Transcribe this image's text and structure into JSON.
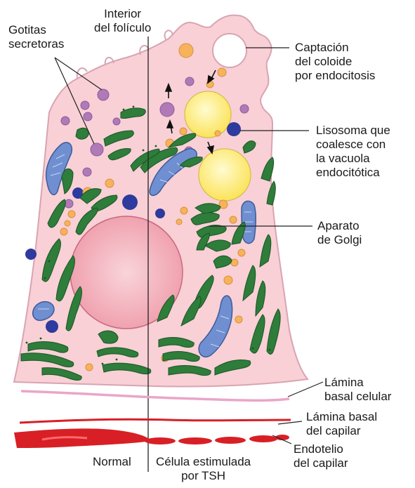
{
  "labels": {
    "gotitas": [
      "Gotitas",
      "secretoras"
    ],
    "interior": [
      "Interior",
      "del folículo"
    ],
    "captacion": [
      "Captación",
      "del coloide",
      "por endocitosis"
    ],
    "lisosoma": [
      "Lisosoma que",
      "coalesce con",
      "la vacuola",
      "endocitótica"
    ],
    "aparato": [
      "Aparato",
      "de Golgi"
    ],
    "lamina_basal_celular": [
      "Lámina",
      "basal celular"
    ],
    "lamina_basal_capilar": [
      "Lámina basal",
      "del capilar"
    ],
    "endotelio": [
      "Endotelio",
      "del capilar"
    ],
    "normal": "Normal",
    "celula_estimulada": [
      "Célula estimulada",
      "por TSH"
    ]
  },
  "colors": {
    "cytoplasm": "#f8d0d6",
    "nucleus": "#f3b5bf",
    "organelle_green": "#2e7d3a",
    "mitochondria": "#6f8fd0",
    "lysosome": "#2e3a9e",
    "vesicle_purple": "#b07ab8",
    "vesicle_orange": "#f7b35c",
    "colloid_vacuole": "#fff27a",
    "basal_lamina_cell": "#e9a6c9",
    "capillary": "#d81f26"
  }
}
